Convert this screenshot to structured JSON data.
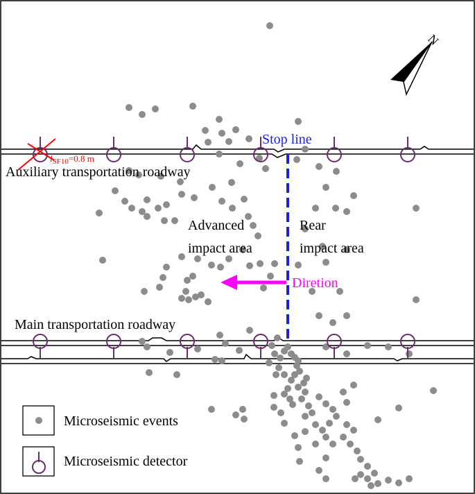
{
  "labels": {
    "stop_line": "Stop line",
    "auxiliary_roadway": "Auxiliary transportation roadway",
    "main_roadway": "Main transportation roadway",
    "advanced_area_line1": "Advanced",
    "advanced_area_line2": "impact area",
    "rear_area_line1": "Rear",
    "rear_area_line2": "impact area",
    "direction": "Diretion",
    "sf10_label": "SF10",
    "sf10_value": "=0.8 m",
    "north": "N"
  },
  "legend": {
    "events": "Microseismic events",
    "detector": "Microseismic detector"
  },
  "colors": {
    "event": "#8c8c8c",
    "detector": "#6a2a6e",
    "stop_line": "#1f1fe0",
    "direction": "#ff00ff",
    "sf10": "#ff0000",
    "roadway": "#000000"
  },
  "icons": {
    "north_arrow": "north-arrow-icon",
    "event": "event-dot-icon",
    "detector": "detector-icon"
  }
}
